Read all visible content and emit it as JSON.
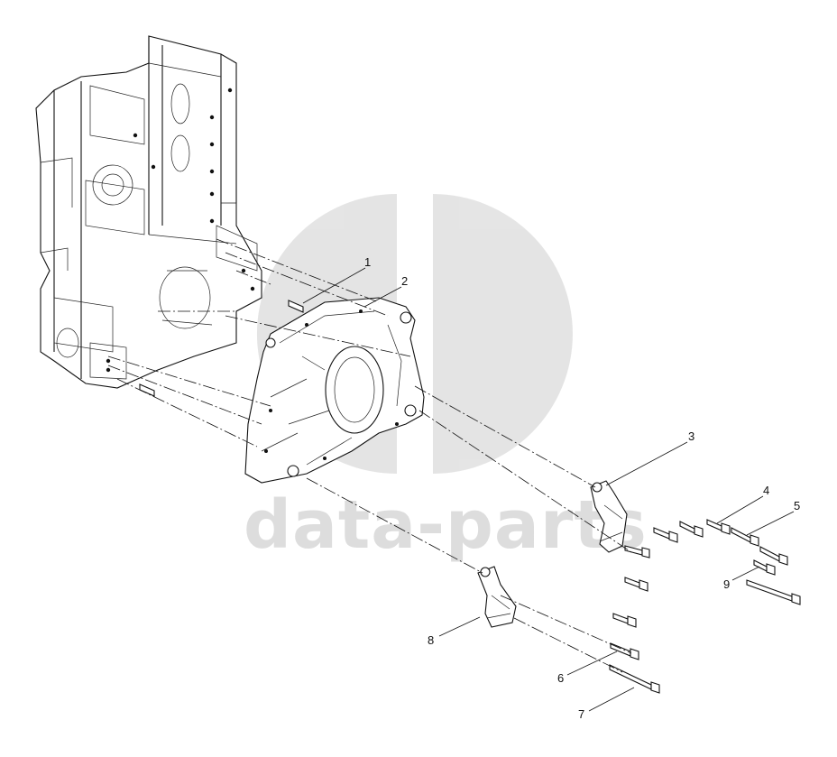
{
  "watermark": {
    "text": "data-parts",
    "color": "#cfcfcf"
  },
  "callouts": [
    "1",
    "2",
    "3",
    "4",
    "5",
    "6",
    "7",
    "8",
    "9"
  ]
}
